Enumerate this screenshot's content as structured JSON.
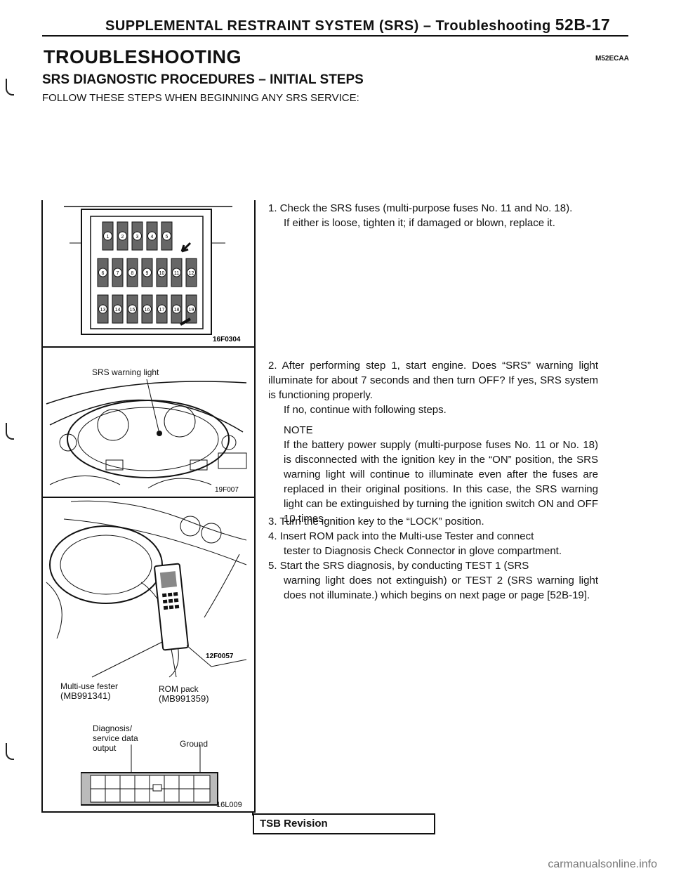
{
  "header": {
    "title": "SUPPLEMENTAL RESTRAINT SYSTEM (SRS) – Troubleshooting",
    "page_number": "52B-17"
  },
  "section": {
    "title": "TROUBLESHOOTING",
    "code": "M52ECAA",
    "subtitle": "SRS DIAGNOSTIC PROCEDURES – INITIAL STEPS",
    "intro": "FOLLOW THESE STEPS WHEN BEGINNING ANY SRS SERVICE:"
  },
  "figures": {
    "fig1": {
      "id": "16F0304",
      "fuse_numbers_row1": [
        "1",
        "2",
        "3",
        "4",
        "5"
      ],
      "fuse_numbers_row2": [
        "6",
        "7",
        "8",
        "9",
        "10",
        "11",
        "12"
      ],
      "fuse_numbers_row3": [
        "13",
        "14",
        "15",
        "16",
        "17",
        "18",
        "19"
      ]
    },
    "fig2": {
      "id": "19F007",
      "label": "SRS warning light"
    },
    "fig3": {
      "id": "12F0057",
      "tester_label": "Multi-use fester",
      "tester_part": "(MB991341)",
      "rom_label": "ROM pack",
      "rom_part": "(MB991359)"
    },
    "fig4": {
      "id": "16L009",
      "diag_label_1": "Diagnosis/",
      "diag_label_2": "service data",
      "diag_label_3": "output",
      "ground_label": "Ground"
    }
  },
  "steps": {
    "step1_a": "1. Check the SRS fuses (multi-purpose fuses No. 11 and No. 18).",
    "step1_b": "If either is loose, tighten it; if damaged or blown, replace it.",
    "step2_a": "2. After performing step 1, start engine. Does “SRS” warning light illuminate for about 7 seconds and then turn OFF? If yes, SRS system is functioning properly.",
    "step2_b": "If no, continue with following steps.",
    "note_title": "NOTE",
    "note_text": "If the battery power supply (multi-purpose fuses No. 11 or No. 18) is disconnected with the ignition key in the “ON” position, the SRS warning light will continue to illuminate even after the fuses are replaced in their original positions. In this case, the SRS warning light can be extinguished by turning the ignition switch ON and OFF 10 times.",
    "step3": "3. Turn the ignition key to the “LOCK” position.",
    "step4_a": "4. Insert ROM pack into the Multi-use Tester and connect",
    "step4_b": "tester to Diagnosis Check Connector in glove compartment.",
    "step5_a": "5. Start the SRS diagnosis, by conducting TEST 1 (SRS",
    "step5_b": "warning light does not extinguish) or TEST 2 (SRS warning light does not illuminate.) which begins on next page or page [52B-19]."
  },
  "footer": {
    "tsb": "TSB Revision",
    "watermark": "carmanualsonline.info"
  }
}
